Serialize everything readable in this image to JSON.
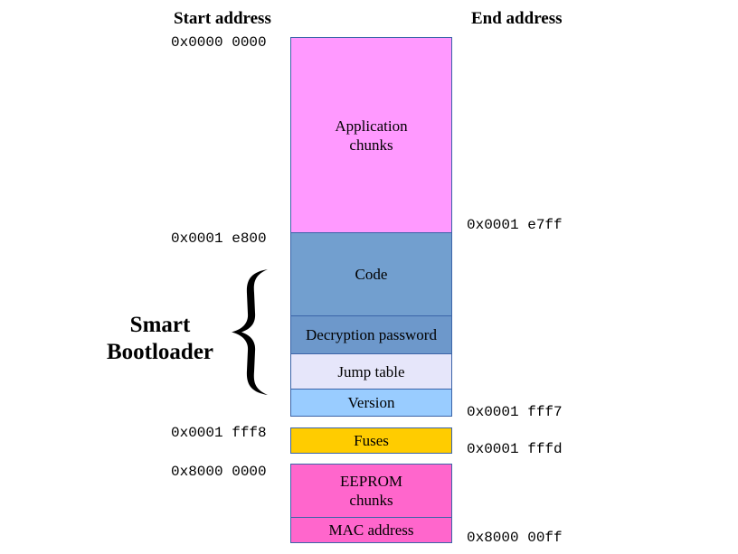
{
  "headers": {
    "start": "Start address",
    "end": "End address"
  },
  "start_addresses": {
    "application": "0x0000 0000",
    "bootloader": "0x0001 e800",
    "fuses": "0x0001 fff8",
    "eeprom": "0x8000 0000"
  },
  "end_addresses": {
    "application": "0x0001 e7ff",
    "bootloader": "0x0001 fff7",
    "fuses": "0x0001 fffd",
    "eeprom": "0x8000 00ff"
  },
  "blocks": {
    "application": {
      "label": "Application\nchunks",
      "color": "#ff99ff"
    },
    "code": {
      "label": "Code",
      "color": "#729fcf"
    },
    "decryption": {
      "label": "Decryption password",
      "color": "#6d98cb"
    },
    "jump_table": {
      "label": "Jump table",
      "color": "#e6e6fa"
    },
    "version": {
      "label": "Version",
      "color": "#99ccff"
    },
    "fuses": {
      "label": "Fuses",
      "color": "#ffcc00"
    },
    "eeprom": {
      "label": "EEPROM\nchunks",
      "color": "#ff66cc"
    },
    "mac": {
      "label": "MAC address",
      "color": "#ff66cc"
    }
  },
  "group_label": "Smart\nBootloader"
}
